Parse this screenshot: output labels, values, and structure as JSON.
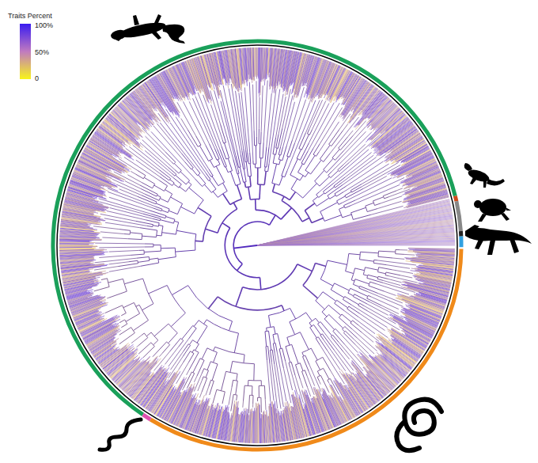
{
  "diagram": {
    "labels": [
      "Traits Percent",
      "100%",
      "50%",
      "0"
    ]
  }
}
